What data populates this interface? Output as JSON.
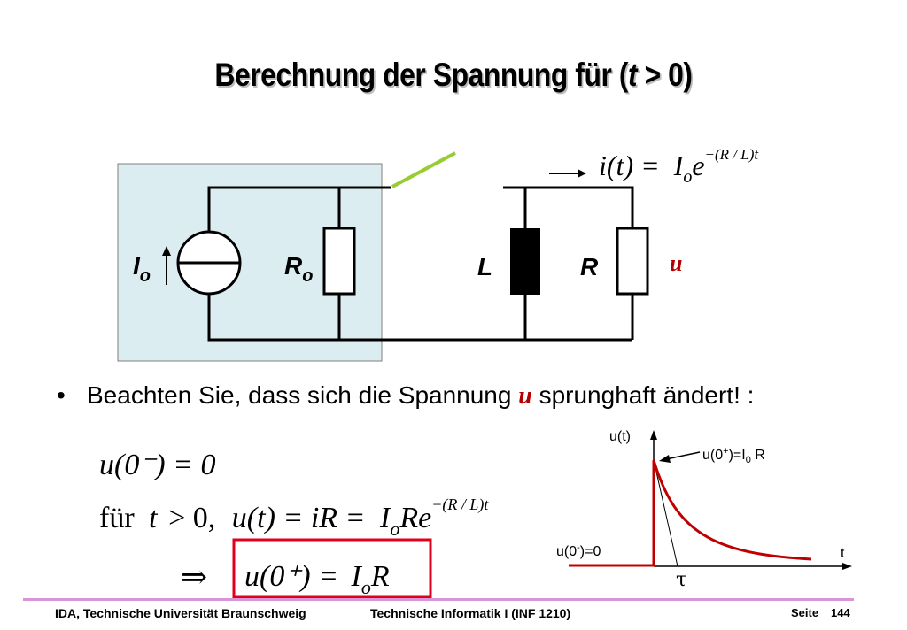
{
  "slide": {
    "title_prefix": "Berechnung der Spannung für (",
    "title_var": "t",
    "title_suffix": " > 0)"
  },
  "circuit": {
    "label_Io_main": "I",
    "label_Io_sub": "o",
    "label_Ro_main": "R",
    "label_Ro_sub": "o",
    "label_L": "L",
    "label_R": "R",
    "label_u": "u",
    "colors": {
      "panel": "#dcedf1",
      "lever": "#99cc33",
      "wire": "#000000"
    }
  },
  "formulas": {
    "current": {
      "lhs": "i(t) =",
      "I": "I",
      "sub": "o",
      "e": "e",
      "exp": "−(R / L)t"
    },
    "u_minus": "u(0⁻) = 0",
    "u_t": {
      "prefix": "für",
      "t": "t",
      "cond": "> 0,",
      "lhs": "u(t) = iR =",
      "I": "I",
      "sub": "o",
      "rest": "Re",
      "exp": "−(R / L)t"
    },
    "implies": "⇒",
    "u_plus": {
      "lhs": "u(0⁺) =",
      "I": "I",
      "sub": "o",
      "R": "R"
    }
  },
  "bullet": {
    "marker": "•",
    "text_before": "Beachten Sie, dass sich die Spannung ",
    "var": "u",
    "text_after": " sprunghaft ändert! :"
  },
  "plot": {
    "ylabel": "u(t)",
    "xlabel": "t",
    "peak_label_main": "u(0",
    "peak_label_sup": "+",
    "peak_label_mid": ")=I",
    "peak_label_sub": "0",
    "peak_label_end": " R",
    "base_label_main": "u(0",
    "base_label_sup": "-",
    "base_label_end": ")=0",
    "tau": "τ",
    "curve_color": "#c00000"
  },
  "footer": {
    "left": "IDA, Technische Universität Braunschweig",
    "center": "Technische Informatik I (INF 1210)",
    "seite": "Seite",
    "page": "144"
  }
}
